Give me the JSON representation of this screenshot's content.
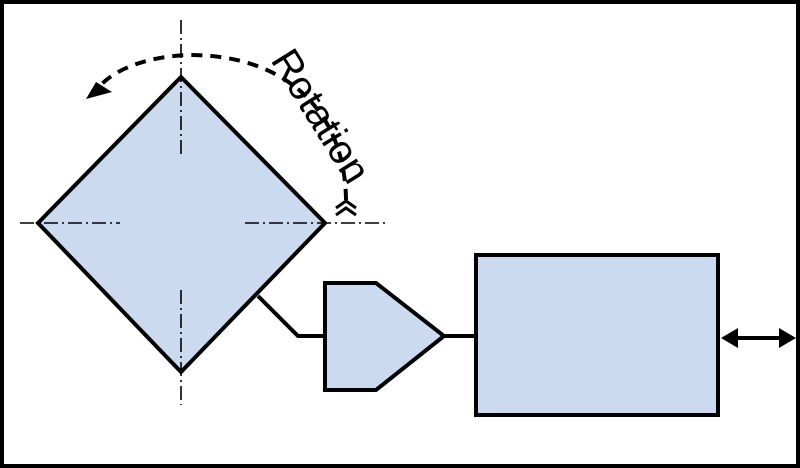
{
  "diagram": {
    "rotation_label": "Rotation",
    "colors": {
      "fill": "#ccdaf0",
      "stroke": "#000000",
      "background": "#ffffff"
    },
    "elements": [
      {
        "name": "rotating-diamond",
        "kind": "diamond"
      },
      {
        "name": "amplifier-block",
        "kind": "pentagon"
      },
      {
        "name": "processing-block",
        "kind": "rectangle"
      },
      {
        "name": "bidirectional-arrow",
        "kind": "double-arrow"
      }
    ]
  }
}
